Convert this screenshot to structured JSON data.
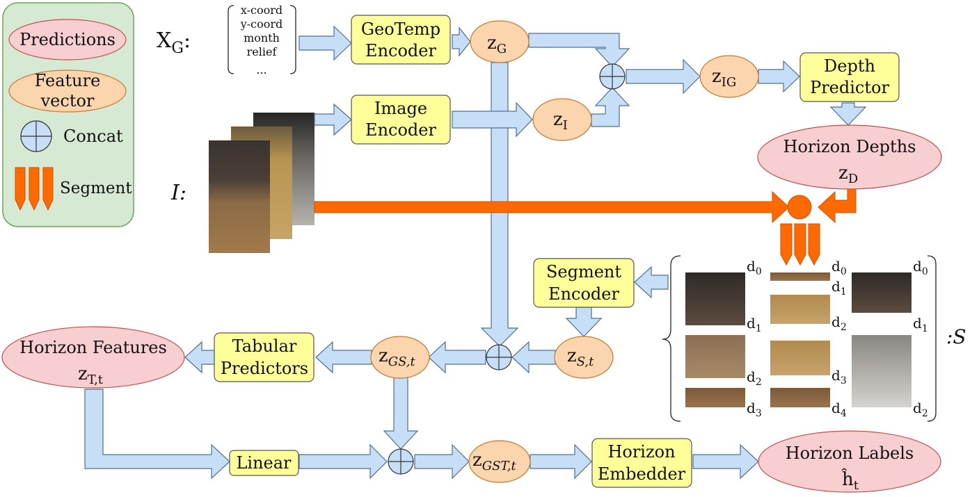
{
  "legend": {
    "predictions": "Predictions",
    "feature_line1": "Feature",
    "feature_line2": "vector",
    "concat": "Concat",
    "segment": "Segment"
  },
  "inputs": {
    "xg_label_base": "X",
    "xg_label_sub": "G",
    "xg_label_suffix": ":",
    "xg_items": [
      "x-coord",
      "y-coord",
      "month",
      "relief",
      "..."
    ],
    "i_label": "I:"
  },
  "boxes": {
    "geotemp_l1": "GeoTemp",
    "geotemp_l2": "Encoder",
    "image_l1": "Image",
    "image_l2": "Encoder",
    "depth_l1": "Depth",
    "depth_l2": "Predictor",
    "segment_l1": "Segment",
    "segment_l2": "Encoder",
    "tabular_l1": "Tabular",
    "tabular_l2": "Predictors",
    "linear": "Linear",
    "horizon_l1": "Horizon",
    "horizon_l2": "Embedder"
  },
  "features": {
    "zg_base": "z",
    "zg_sub": "G",
    "zi_base": "z",
    "zi_sub": "I",
    "zig_base": "z",
    "zig_sub": "IG",
    "zst_base": "z",
    "zst_sub": "S,t",
    "zgst_base": "z",
    "zgst_sub": "GS,t",
    "zgstt_base": "z",
    "zgstt_sub": "GST,t"
  },
  "predictions": {
    "depths_l1": "Horizon Depths",
    "depths_base": "z",
    "depths_sub": "D",
    "features_l1": "Horizon Features",
    "features_base": "z",
    "features_sub": "T,t",
    "labels_l1": "Horizon Labels",
    "labels_base": "ĥ",
    "labels_sub": "t"
  },
  "segments": {
    "s_label": ":S",
    "col1": [
      [
        "d",
        "0"
      ],
      [
        "d",
        "1"
      ],
      [
        "d",
        "2"
      ],
      [
        "d",
        "3"
      ]
    ],
    "col2": [
      [
        "d",
        "0"
      ],
      [
        "d",
        "1"
      ],
      [
        "d",
        "2"
      ],
      [
        "d",
        "3"
      ],
      [
        "d",
        "4"
      ]
    ],
    "col3": [
      [
        "d",
        "0"
      ],
      [
        "d",
        "1"
      ],
      [
        "d",
        "2"
      ]
    ]
  },
  "colors": {
    "box": "#ffff99",
    "prediction": "#f8cfd1",
    "feature": "#fbd5ae",
    "arrow_blue": "#c6dff7",
    "arrow_orange": "#ff6a00",
    "legend_bg": "#d6e9d2"
  }
}
